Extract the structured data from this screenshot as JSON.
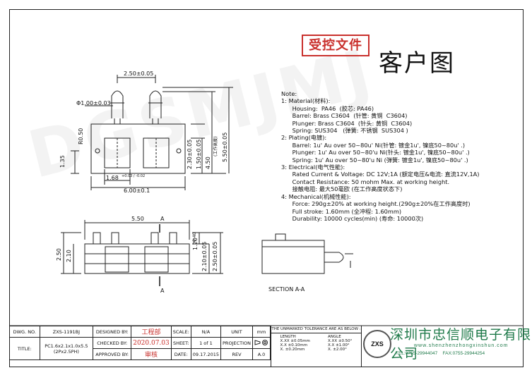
{
  "header": {
    "controlled_stamp": "受控文件",
    "title": "客户图"
  },
  "watermark": "DGSMJMJ",
  "notes": {
    "heading": "Note:",
    "lines": [
      "1: Material(材料):",
      "      Housing:  PA46  (胶芯: PA46)",
      "      Barrel: Brass C3604  (针管: 黄铜  C3604)",
      "      Plunger: Brass C3604  (针头: 黄铜  C3604)",
      "      Spring: SUS304   (弹簧: 不锈钢  SUS304 )",
      "2: Plating(电镀):",
      "      Barrel: 1u' Au over 50~80u' Ni(针管: 镀金1u', 镍底50~80u' .)",
      "      Plunger: 1u' Au over 50~80'u Ni(针头: 镀金1u', 镍底50~80u' .)",
      "      Spring: 1u' Au over 50~80'u Ni (弹簧: 镀金1u', 镍底50~80u' .)",
      "3: Electrical(电气性能):",
      "      Rated Current & Voltage: DC 12V;1A (额定电压&电流: 直流12V,1A)",
      "      Contact Resistance: 50 mohm Max. at working height.",
      "      接触电阻: 最大50毫欧 (在工作高度状态下)",
      "4: Mechanical(机械性能):",
      "      Force: 290g±20% at working height.(290g±20%在工作高度时)",
      "      Full stroke: 1.60mm (全冲程: 1.60mm)",
      "      Durability: 10000 cycles(min) (寿命: 10000次)"
    ]
  },
  "dimensions": {
    "pitch_top": "2.50±0.05",
    "pin_dia": "Φ1.00±0.03",
    "r050": "R0.50",
    "d135": "1.35",
    "d168": "1.68",
    "d168_tol": "+0.03 / -0.02",
    "d600": "6.00±0.1",
    "d230": "2.30±0.05",
    "d150": "1.50±0.05",
    "d450": "4.50",
    "d450_note": "(工作高度)",
    "d550v": "5.50±0.05",
    "d550": "5.50",
    "d250": "2.50",
    "d210": "2.10",
    "d120": "1.20",
    "d040": "0.40",
    "d210b": "2.10±0.05",
    "d250b": "2.50±0.05",
    "section_label": "A",
    "section_title": "SECTION  A-A"
  },
  "title_block": {
    "dwg_no_label": "DWG. NO.",
    "dwg_no": "ZXS-1191BJ",
    "title_label": "TITLE:",
    "title_line1": "PC1.6x2.1x1.0x5.5",
    "title_line2": "(2Px2.5PH)",
    "designed_label": "DESIGNED BY:",
    "designed_by": "工程部",
    "checked_label": "CHECKED BY:",
    "checked_by": "2020.07.03",
    "approved_label": "APPROVED BY:",
    "approved_by": "审核",
    "scale_label": "SCALE:",
    "scale": "N/A",
    "unit_label": "UNIT",
    "unit": "mm",
    "sheet_label": "SHEET:",
    "sheet": "1 of 1",
    "projection_label": "PROJECTION",
    "date_label": "DATE:",
    "date": "09.17.2015",
    "rev_label": "REV",
    "rev": "A.0",
    "tolerance_heading": "THE UNMARKED TOLERANCE ARE AS BELOW :",
    "length_label": "LENGTH",
    "angle_label": "ANGLE",
    "tol_len": [
      "X.XX   ±0.05mm",
      "X.X     ±0.10mm",
      "X.       ±0.20mm"
    ],
    "tol_ang": [
      "X.XX   ±0.50°",
      "X.X     ±1.00°",
      "X.       ±2.00°"
    ],
    "logo_text": "ZXS"
  },
  "company": {
    "name": "深圳市忠信顺电子有限公司",
    "url": "www.shenzhenzhongxinshun.com",
    "tel": "TEL:0755-29944047",
    "fax": "FAX:0755-29944254"
  },
  "colors": {
    "stamp_red": "#c9302c",
    "company_green": "#1f7a4a"
  }
}
